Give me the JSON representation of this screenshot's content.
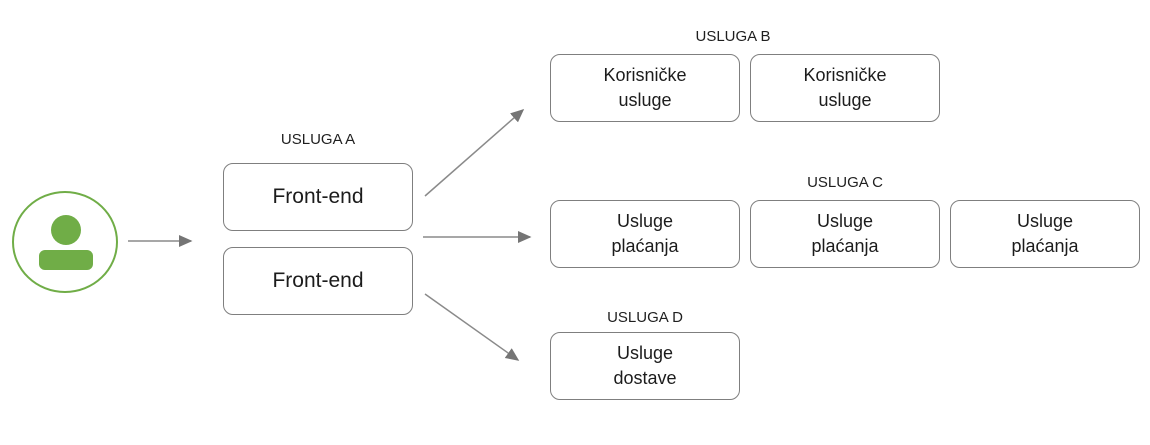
{
  "diagram": {
    "user": {
      "icon": "person-icon",
      "color": "#70AD47"
    },
    "groups": [
      {
        "id": "A",
        "label": "USLUGA A",
        "boxes": [
          "Front-end",
          "Front-end"
        ]
      },
      {
        "id": "B",
        "label": "USLUGA B",
        "boxes": [
          "Korisničke\nusluge",
          "Korisničke\nusluge"
        ]
      },
      {
        "id": "C",
        "label": "USLUGA C",
        "boxes": [
          "Usluge\nplaćanja",
          "Usluge\nplaćanja",
          "Usluge\nplaćanja"
        ]
      },
      {
        "id": "D",
        "label": "USLUGA D",
        "boxes": [
          "Usluge\ndostave"
        ]
      }
    ],
    "connections": [
      {
        "from": "user",
        "to": "USLUGA A"
      },
      {
        "from": "USLUGA A",
        "to": "USLUGA B"
      },
      {
        "from": "USLUGA A",
        "to": "USLUGA C"
      },
      {
        "from": "USLUGA A",
        "to": "USLUGA D"
      }
    ],
    "colors": {
      "accent_green": "#70AD47",
      "arrow_gray": "#8a8a8a",
      "arrowhead_gray": "#757575",
      "box_border_gray": "#7f7f7f",
      "text": "#1c1c1c"
    }
  }
}
